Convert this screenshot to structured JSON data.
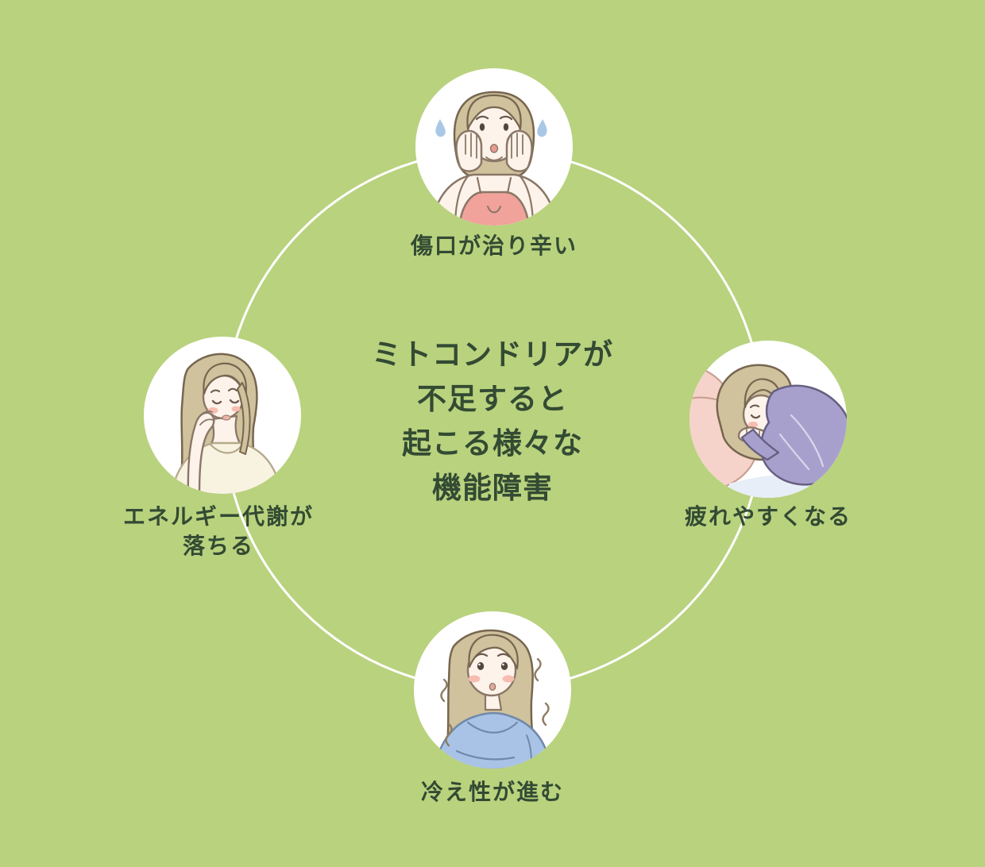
{
  "title": {
    "lines": [
      "ミトコンドリアが",
      "不足すると",
      "起こる様々な",
      "機能障害"
    ]
  },
  "nodes": {
    "top": {
      "label_lines": [
        "傷口が治り辛い"
      ],
      "illustration": "worried-woman-hands-on-cheeks"
    },
    "right": {
      "label_lines": [
        "疲れやすくなる"
      ],
      "illustration": "tired-woman-lying-on-pillow"
    },
    "left": {
      "label_lines": [
        "エネルギー代謝が",
        "落ちる"
      ],
      "illustration": "fatigued-woman-touching-temple"
    },
    "bottom": {
      "label_lines": [
        "冷え性が進む"
      ],
      "illustration": "shivering-woman-in-sweater"
    }
  },
  "colors": {
    "background": "#b9d27e",
    "ink": "#334a33",
    "ring": "#ffffff",
    "circle_fill": "#ffffff",
    "outline": "#8a7767",
    "skin": "#fdf3ea",
    "hair": "#cfc29d",
    "blush": "#f6bdb0",
    "camisole_pink": "#f0a29b",
    "pillow_pink": "#f6d3ca",
    "sweater_purple": "#a8a0cc",
    "sweater_blue": "#a9c3e6",
    "top_cream": "#f8f3e1",
    "sweat_drop": "#a8c8e6"
  }
}
